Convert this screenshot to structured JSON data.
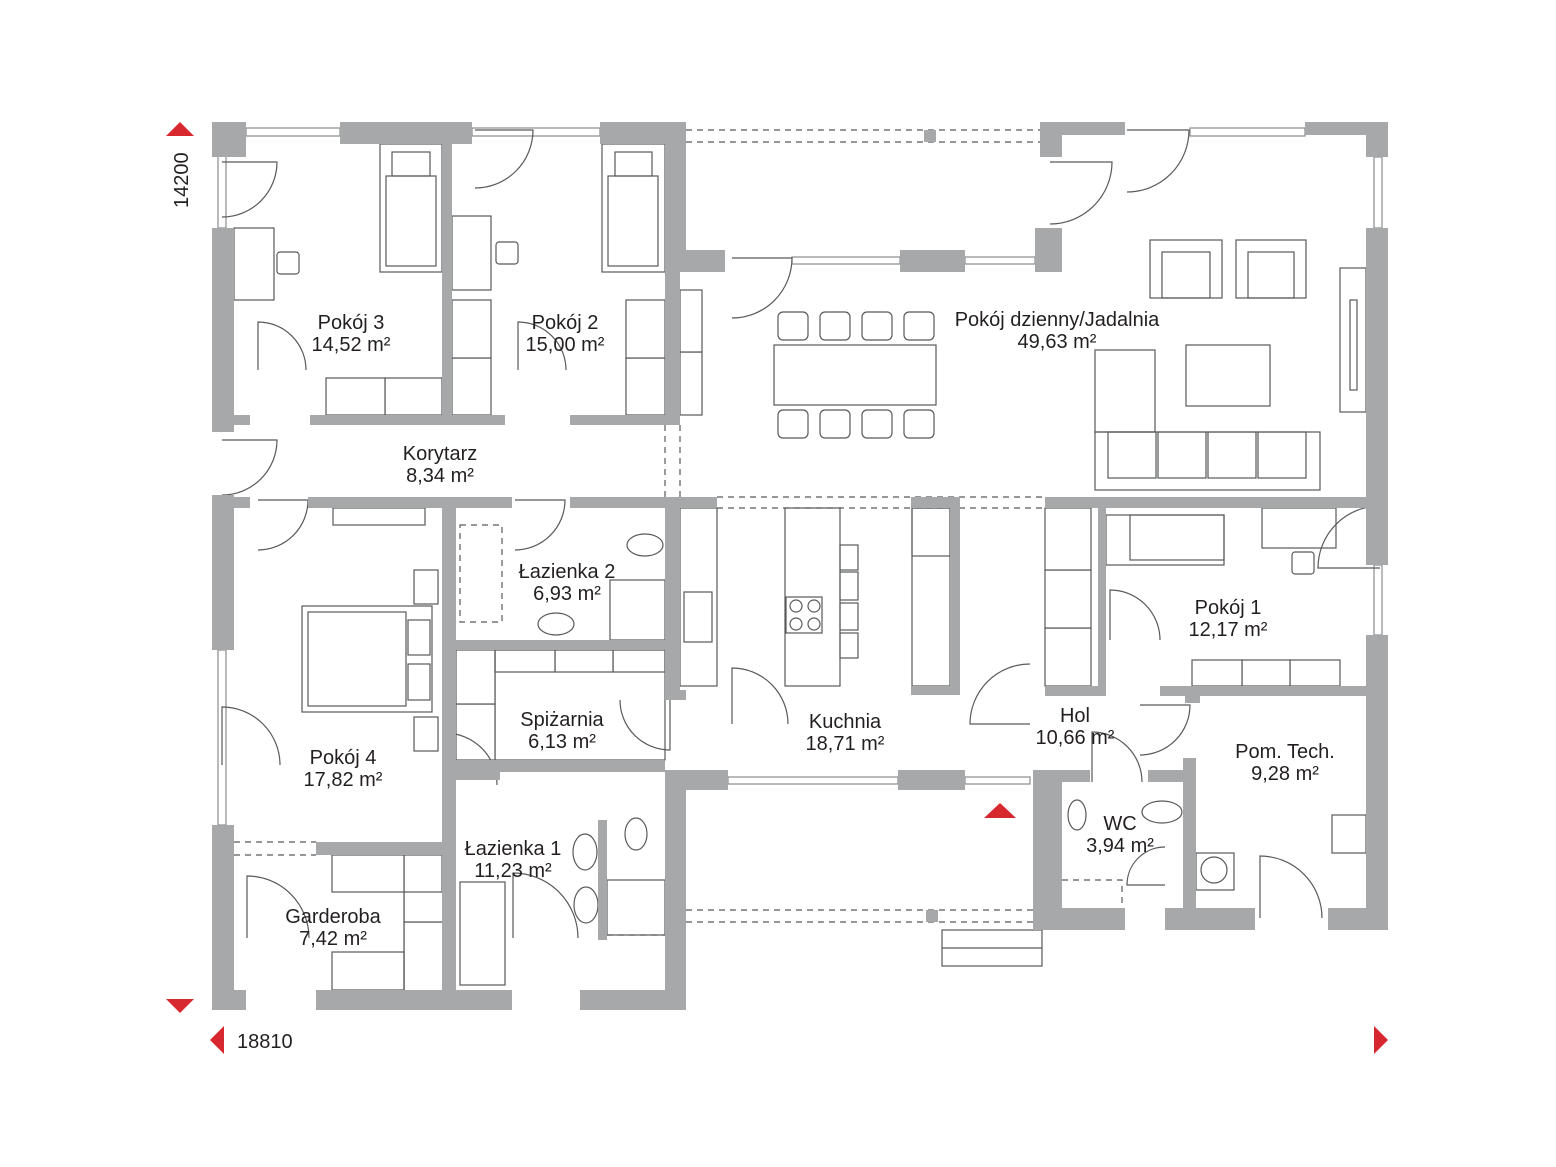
{
  "plan": {
    "dimensions": {
      "height_mm": "14200",
      "width_mm": "18810"
    },
    "rooms": [
      {
        "name": "Pokój 3",
        "area": "14,52 m²"
      },
      {
        "name": "Pokój 2",
        "area": "15,00 m²"
      },
      {
        "name": "Pokój dzienny/Jadalnia",
        "area": "49,63 m²"
      },
      {
        "name": "Korytarz",
        "area": "8,34 m²"
      },
      {
        "name": "Łazienka 2",
        "area": "6,93 m²"
      },
      {
        "name": "Pokój 1",
        "area": "12,17 m²"
      },
      {
        "name": "Spiżarnia",
        "area": "6,13 m²"
      },
      {
        "name": "Kuchnia",
        "area": "18,71 m²"
      },
      {
        "name": "Hol",
        "area": "10,66 m²"
      },
      {
        "name": "Pom. Tech.",
        "area": "9,28 m²"
      },
      {
        "name": "Pokój 4",
        "area": "17,82 m²"
      },
      {
        "name": "Łazienka 1",
        "area": "11,23 m²"
      },
      {
        "name": "WC",
        "area": "3,94 m²"
      },
      {
        "name": "Garderoba",
        "area": "7,42 m²"
      }
    ],
    "colors": {
      "wall": "#a7a8aa",
      "marker": "#d7282f"
    }
  }
}
